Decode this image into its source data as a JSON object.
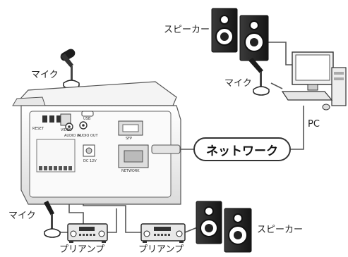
{
  "labels": {
    "speaker_top": "スピーカー",
    "mic_top": "マイク",
    "mic_pc": "マイク",
    "pc": "PC",
    "network": "ネットワーク",
    "mic_bottom": "マイク",
    "speaker_bottom": "スピーカー",
    "preamp_left": "プリアンプ",
    "preamp_right": "プリアンプ"
  },
  "camera_panel": {
    "reset": "RESET",
    "video": "VIDEO",
    "usb": "USB",
    "audio_in": "AUDIO IN",
    "audio_out": "AUDIO OUT",
    "sfp": "SFP",
    "network": "NETWORK",
    "dc": "DC 12V"
  },
  "colors": {
    "line": "#444444",
    "device_dark": "#2a2a2a",
    "camera_body": "#f2f2f2"
  }
}
